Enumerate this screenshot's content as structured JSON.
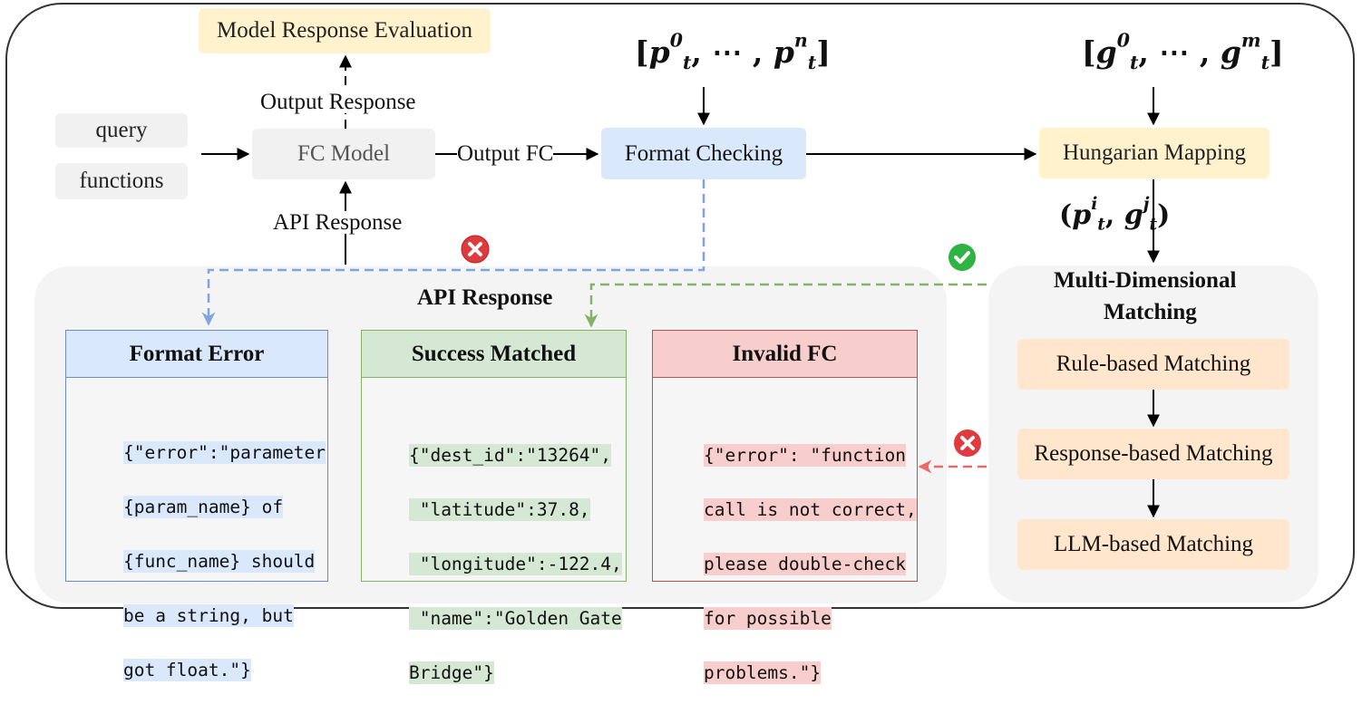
{
  "nodes": {
    "eval": "Model Response Evaluation",
    "query": "query",
    "functions": "functions",
    "fc_model": "FC Model",
    "format_checking": "Format Checking",
    "hungarian": "Hungarian Mapping"
  },
  "edge_labels": {
    "output_response": "Output Response",
    "output_fc": "Output FC",
    "api_response": "API Response"
  },
  "math": {
    "pred_seq": {
      "open": "[",
      "sym": "p",
      "sub": "t",
      "first_sup": "0",
      "sep": ", ⋯ , ",
      "last_sup": "n",
      "close": "]"
    },
    "gold_seq": {
      "open": "[",
      "sym": "g",
      "sub": "t",
      "first_sup": "0",
      "sep": ", ⋯ , ",
      "last_sup": "m",
      "close": "]"
    },
    "pair": {
      "open": "(",
      "p": "p",
      "p_sup": "i",
      "sep": ", ",
      "g": "g",
      "g_sup": "j",
      "sub": "t",
      "close": ")"
    }
  },
  "api_panel": {
    "title": "API Response",
    "cards": [
      {
        "title": "Format Error",
        "lines": [
          "{\"error\":\"parameter",
          "{param_name} of",
          "{func_name} should",
          "be a string, but",
          "got float.\"}"
        ]
      },
      {
        "title": "Success Matched",
        "lines": [
          "{\"dest_id\":\"13264\",",
          " \"latitude\":37.8,",
          " \"longitude\":-122.4,",
          " \"name\":\"Golden Gate",
          "Bridge\"}"
        ]
      },
      {
        "title": "Invalid FC",
        "lines": [
          "{\"error\": \"function",
          "call is not correct,",
          "please double-check",
          "for possible",
          "problems.\"}"
        ]
      }
    ]
  },
  "matching_panel": {
    "title_line1": "Multi-Dimensional",
    "title_line2": "Matching",
    "steps": [
      "Rule-based Matching",
      "Response-based Matching",
      "LLM-based Matching"
    ]
  },
  "icons": [
    "cross-icon",
    "check-icon",
    "cross-icon"
  ],
  "colors": {
    "blue_fill": "#dae8fc",
    "blue_stroke": "#6c8ebf",
    "blue_highlight": "#dae8fc",
    "green_fill": "#d5e8d4",
    "green_stroke": "#82b366",
    "red_fill": "#f8cecc",
    "red_stroke": "#b85450",
    "yellow_fill": "#fff2cc",
    "orange_fill": "#ffe6cc",
    "check_green": "#2fb344",
    "cross_red": "#e0393e"
  }
}
